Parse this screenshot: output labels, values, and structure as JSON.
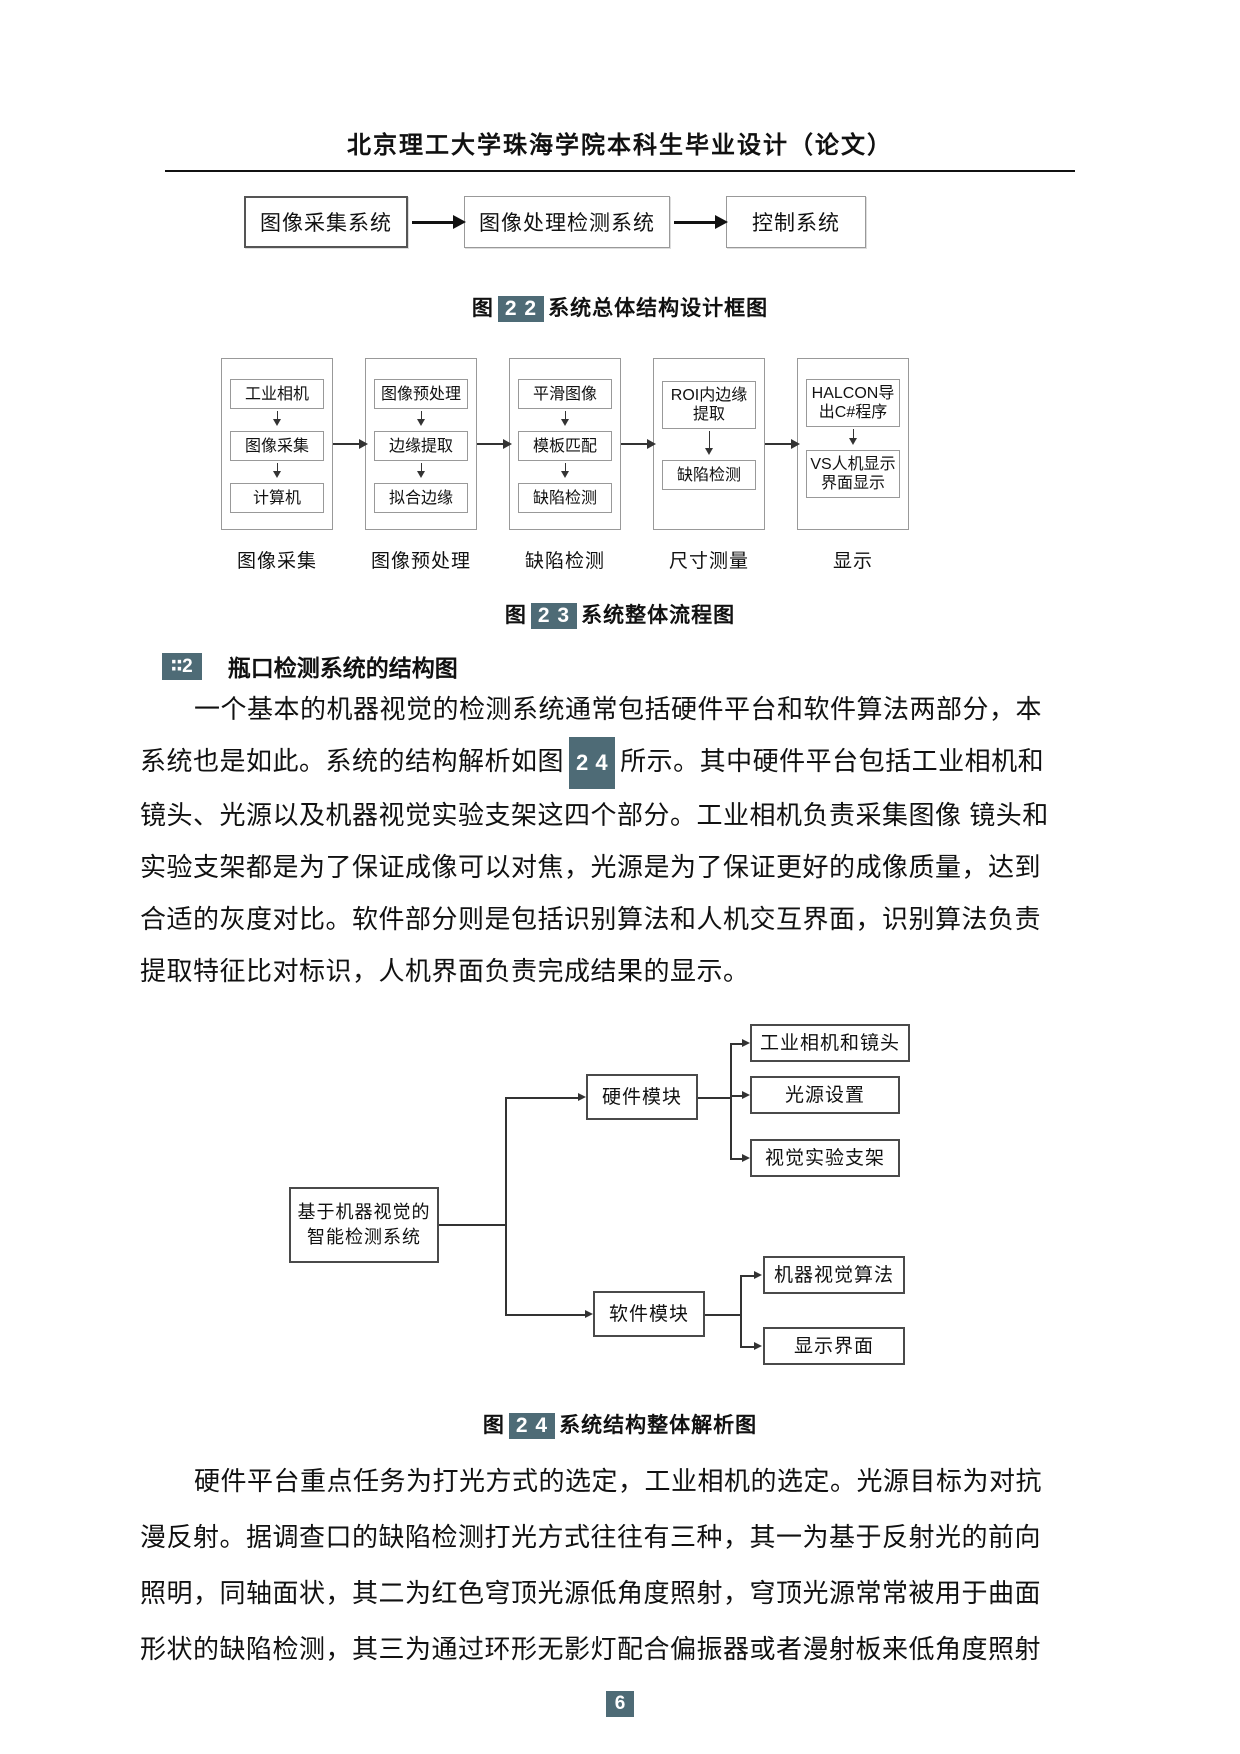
{
  "colors": {
    "highlight": "#4e6b76"
  },
  "header": {
    "title": "北京理工大学珠海学院本科生毕业设计（论文）"
  },
  "figure22": {
    "boxes": [
      "图像采集系统",
      "图像处理检测系统",
      "控制系统"
    ],
    "caption": {
      "prefix": "图",
      "number": "2 2",
      "text": "系统总体结构设计框图"
    }
  },
  "figure23": {
    "columns": [
      {
        "steps": [
          "工业相机",
          "图像采集",
          "计算机"
        ],
        "label": "图像采集"
      },
      {
        "steps": [
          "图像预处理",
          "边缘提取",
          "拟合边缘"
        ],
        "label": "图像预处理"
      },
      {
        "steps": [
          "平滑图像",
          "模板匹配",
          "缺陷检测"
        ],
        "label": "缺陷检测"
      },
      {
        "steps": [
          "ROI内边缘提取",
          "缺陷检测"
        ],
        "label": "尺寸测量"
      },
      {
        "steps": [
          "HALCON导出C#程序",
          "VS人机显示界面显示"
        ],
        "label": "显示"
      }
    ],
    "caption": {
      "prefix": "图",
      "number": "2 3",
      "text": "系统整体流程图"
    }
  },
  "section": {
    "number": "∶∶2",
    "title": "瓶口检测系统的结构图"
  },
  "paragraph1": {
    "l1": "一个基本的机器视觉的检测系统通常包括硬件平台和软件算法两部分，本",
    "l2a": "系统也是如此。系统的结构解析如图",
    "l2b": "2 4",
    "l2c": "所示。其中硬件平台包括工业相机和",
    "l3": "镜头、光源以及机器视觉实验支架这四个部分。工业相机负责采集图像 镜头和",
    "l4": "实验支架都是为了保证成像可以对焦，光源是为了保证更好的成像质量，达到",
    "l5": "合适的灰度对比。软件部分则是包括识别算法和人机交互界面，识别算法负责",
    "l6": "提取特征比对标识，人机界面负责完成结果的显示。"
  },
  "figure24": {
    "root": "基于机器视觉的智能检测系统",
    "hardware": {
      "label": "硬件模块",
      "children": [
        "工业相机和镜头",
        "光源设置",
        "视觉实验支架"
      ]
    },
    "software": {
      "label": "软件模块",
      "children": [
        "机器视觉算法",
        "显示界面"
      ]
    },
    "caption": {
      "prefix": "图",
      "number": "2 4",
      "text": "系统结构整体解析图"
    }
  },
  "paragraph2": {
    "l1": "硬件平台重点任务为打光方式的选定，工业相机的选定。光源目标为对抗",
    "l2": "漫反射。据调查口的缺陷检测打光方式往往有三种，其一为基于反射光的前向",
    "l3": "照明，同轴面状，其二为红色穹顶光源低角度照射，穹顶光源常常被用于曲面",
    "l4": "形状的缺陷检测，其三为通过环形无影灯配合偏振器或者漫射板来低角度照射"
  },
  "footer": {
    "page_number": "6"
  }
}
